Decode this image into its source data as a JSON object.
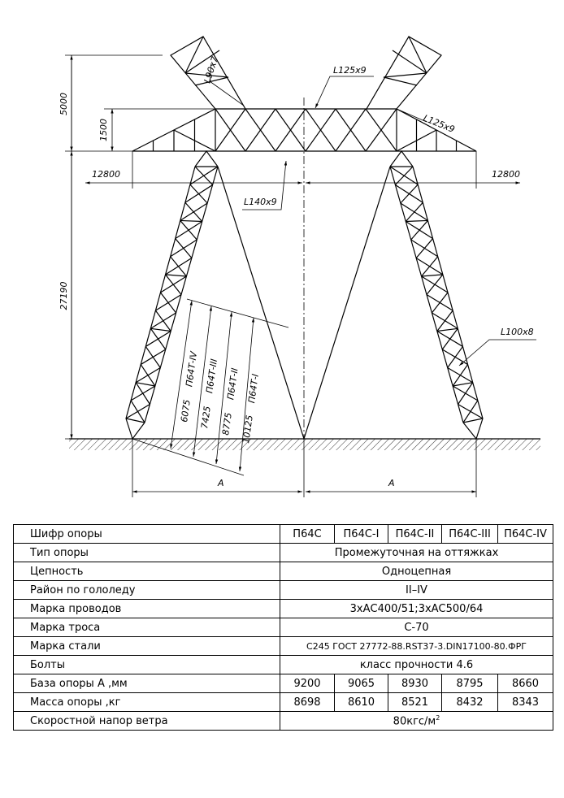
{
  "drawing": {
    "dimensions": {
      "height_total": "5000",
      "height_beam": "1500",
      "height_leg": "27190",
      "span_left": "12800",
      "span_right": "12800",
      "base_left": "A",
      "base_right": "A"
    },
    "profiles": {
      "peak_member": "L90x7",
      "top_chord": "L125x9",
      "beam_diag": "L125x9",
      "inner_brace": "L140x9",
      "leg": "L100x8"
    },
    "variants": [
      {
        "length": "6075",
        "code": "П64Т-IV"
      },
      {
        "length": "7425",
        "code": "П64Т-III"
      },
      {
        "length": "8775",
        "code": "П64Т-II"
      },
      {
        "length": "10125",
        "code": "П64Т-I"
      }
    ]
  },
  "spec_table": {
    "rows": [
      {
        "label": "Шифр опоры",
        "values": [
          "П64С",
          "П64С-I",
          "П64С-II",
          "П64С-III",
          "П64С-IV"
        ]
      },
      {
        "label": "Тип опоры",
        "merged": "Промежуточная на оттяжках"
      },
      {
        "label": "Цепность",
        "merged": "Одноцепная"
      },
      {
        "label": "Район по гололеду",
        "merged": "II–IV"
      },
      {
        "label": "Марка проводов",
        "merged": "3хАС400/51;3хАС500/64"
      },
      {
        "label": "Марка троса",
        "merged": "С-70"
      },
      {
        "label": "Марка стали",
        "merged": "С245 ГОСТ 27772-88.RST37-3.DIN17100-80.ФРГ"
      },
      {
        "label": "Болты",
        "merged": "класс прочности 4.6"
      },
      {
        "label": "База опоры А ,мм",
        "values": [
          "9200",
          "9065",
          "8930",
          "8795",
          "8660"
        ]
      },
      {
        "label": "Масса опоры ,кг",
        "values": [
          "8698",
          "8610",
          "8521",
          "8432",
          "8343"
        ]
      },
      {
        "label": "Скоростной напор ветра",
        "merged": "80кгс/м",
        "sup": "2"
      }
    ]
  }
}
